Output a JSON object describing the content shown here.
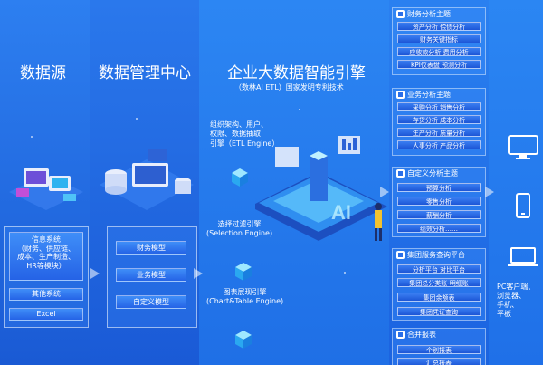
{
  "columns": {
    "data_source": "数据源",
    "data_mgmt": "数据管理中心",
    "engine": "企业大数据智能引擎",
    "engine_sub": "（数林AI ETL）国家发明专利技术"
  },
  "left_panel": {
    "info_system": "信息系统\n（财务、供应链、\n成本、生产制造、\nHR等模块）",
    "other": "其他系统",
    "excel": "Excel"
  },
  "models": [
    "财务模型",
    "业务模型",
    "自定义模型"
  ],
  "engines": {
    "etl": "组织架构、用户、\n权限、数据抽取\n引擎（ETL Engine）",
    "selection": "选择过滤引擎\n(Selection Engine)",
    "chart": "图表展现引擎\n(Chart&Table Engine)"
  },
  "analysis_groups": [
    {
      "title": "财务分析主题",
      "items": [
        "资产分析 偿债分析",
        "财务关键指标",
        "应收款分析 费用分析",
        "KPI仪表盘 预测分析"
      ]
    },
    {
      "title": "业务分析主题",
      "items": [
        "采购分析 销售分析",
        "存货分析 成本分析",
        "生产分析 质量分析",
        "人事分析 产品分析"
      ]
    },
    {
      "title": "自定义分析主题",
      "items": [
        "预算分析",
        "零售分析",
        "薪酬分析",
        "绩效分析……"
      ]
    },
    {
      "title": "集团服务查询平台",
      "items": [
        "分析平台 对比平台",
        "集团总分类账-明细账",
        "集团余额表",
        "集团凭证查询"
      ]
    },
    {
      "title": "合并报表",
      "items": [
        "个别报表",
        "汇总报表"
      ]
    }
  ],
  "clients": "PC客户端、\n浏览器、\n手机、\n平板",
  "icons": [
    "monitor-icon",
    "phone-icon",
    "laptop-icon"
  ],
  "colors": {
    "background": "#1f6ae6",
    "item": "#2563e6",
    "accent": "#ffffff"
  }
}
